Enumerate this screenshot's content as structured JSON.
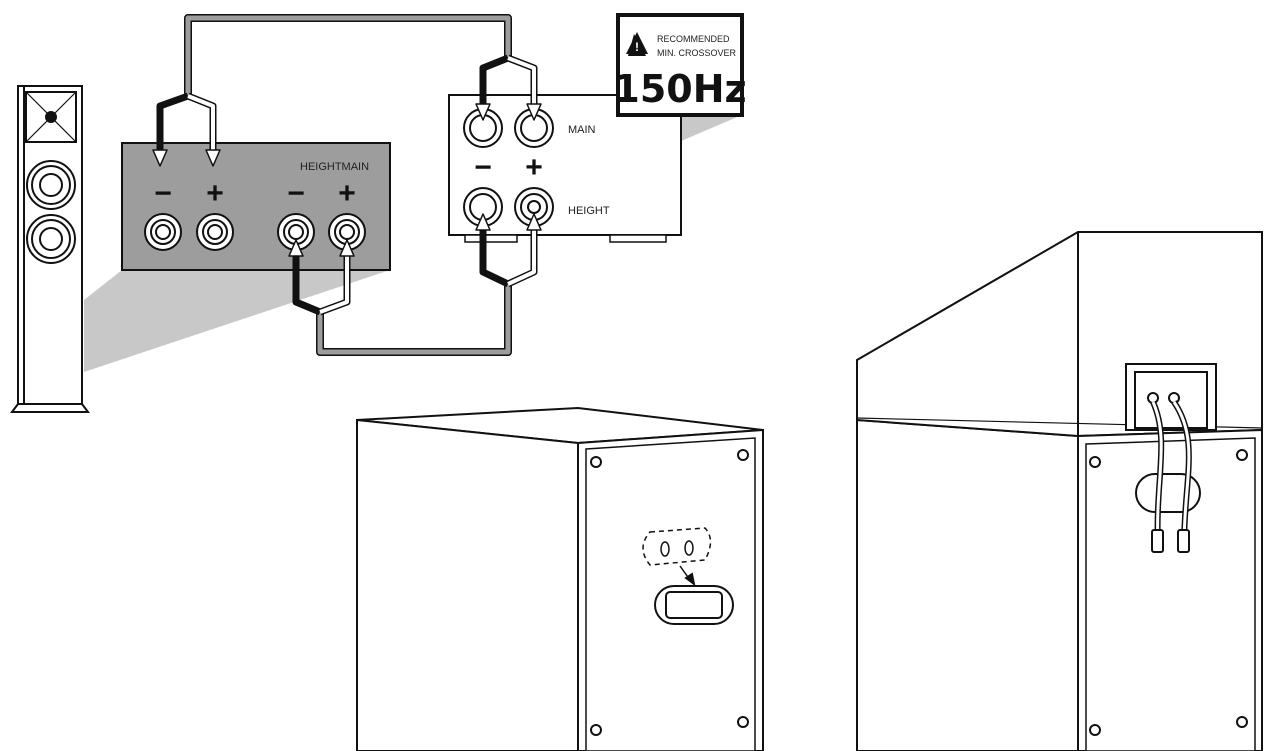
{
  "speaker_panel": {
    "heading": "HEIGHTMAIN",
    "terminal_signs": {
      "minus": "−",
      "plus": "+"
    }
  },
  "amp_panel": {
    "main_label": "MAIN",
    "height_label": "HEIGHT",
    "minus": "−",
    "plus": "+"
  },
  "crossover_badge": {
    "line1": "RECOMMENDED",
    "line2": "MIN. CROSSOVER",
    "value": "150Hz",
    "warning_icon": "warning-triangle-icon"
  },
  "colors": {
    "panel_gray": "#9d9d9d",
    "callout_gray": "#c8c8c8",
    "wire_dark": "#1a1a1a",
    "wire_light": "#ffffff",
    "line": "#111111"
  }
}
